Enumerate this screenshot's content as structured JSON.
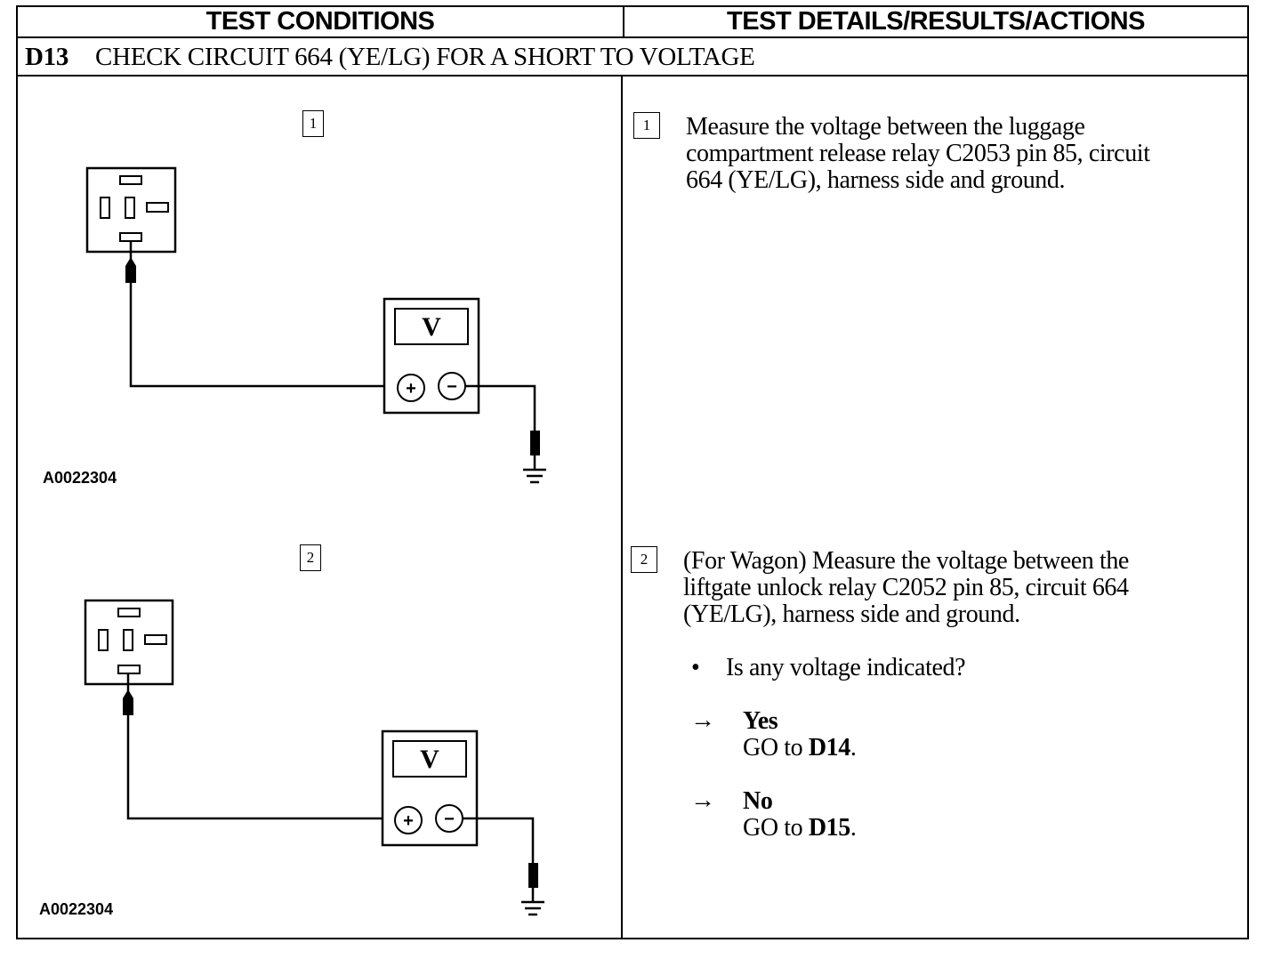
{
  "header": {
    "left": "TEST CONDITIONS",
    "right": "TEST DETAILS/RESULTS/ACTIONS"
  },
  "step": {
    "id": "D13",
    "title": "CHECK CIRCUIT 664 (YE/LG) FOR A SHORT TO VOLTAGE"
  },
  "figures": [
    {
      "number": "1",
      "code": "A0022304",
      "meter_symbol": "V",
      "plus": "+",
      "minus": "−"
    },
    {
      "number": "2",
      "code": "A0022304",
      "meter_symbol": "V",
      "plus": "+",
      "minus": "−"
    }
  ],
  "details": [
    {
      "number": "1",
      "lines": [
        "Measure the voltage between the luggage",
        "compartment release relay C2053 pin 85, circuit",
        "664 (YE/LG), harness side and ground."
      ]
    },
    {
      "number": "2",
      "lines": [
        "(For Wagon) Measure the voltage between the",
        "liftgate unlock relay C2052 pin 85, circuit 664",
        "(YE/LG), harness side and ground."
      ],
      "question": "Is any voltage indicated?",
      "bullet": "•",
      "results": [
        {
          "arrow": "→",
          "label": "Yes",
          "action_prefix": "GO to ",
          "action_target": "D14",
          "action_suffix": "."
        },
        {
          "arrow": "→",
          "label": "No",
          "action_prefix": "GO to ",
          "action_target": "D15",
          "action_suffix": "."
        }
      ]
    }
  ]
}
